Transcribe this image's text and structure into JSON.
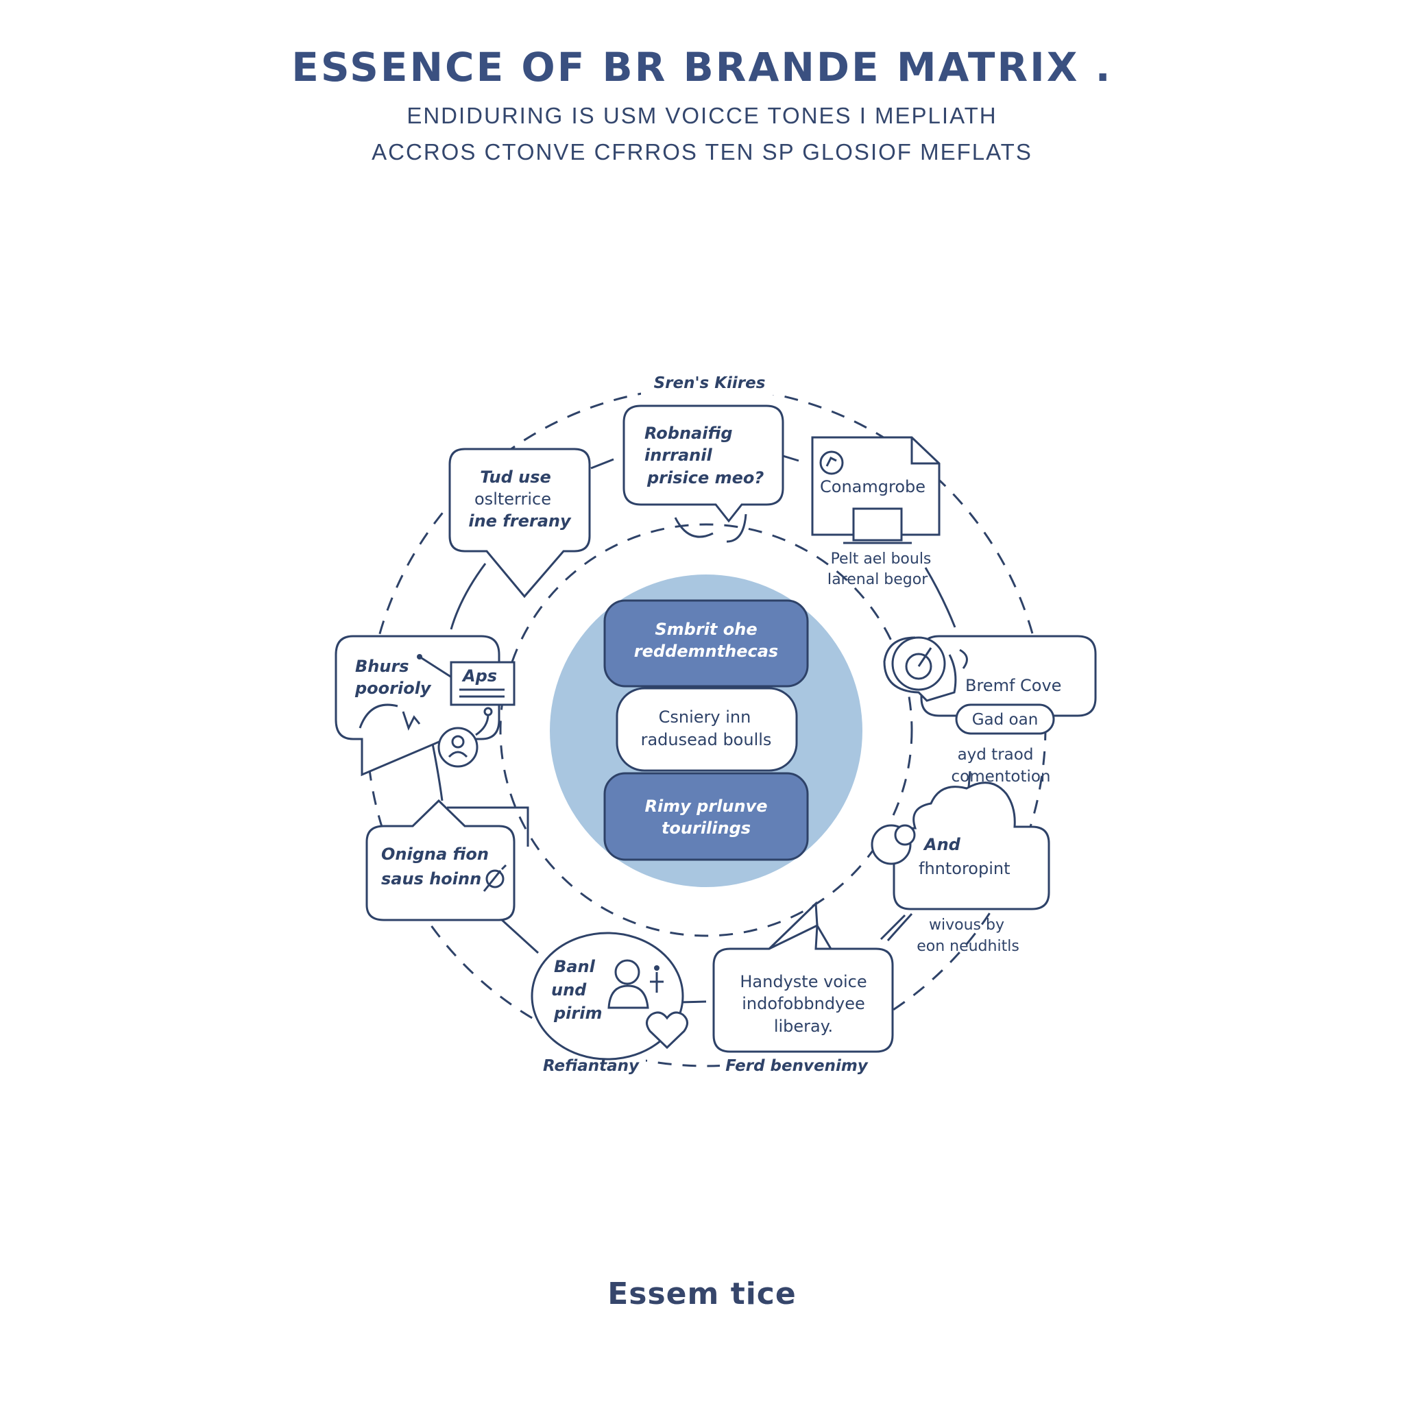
{
  "header": {
    "title": "ESSENCE OF BR BRANDE MATRIX .",
    "subtitle_line1": "ENDIDURING IS USM VOICCE TONES I MEPLIATH",
    "subtitle_line2": "ACCROS CTONVE CFRROS TEN SP GLOSIOF MEFLATS"
  },
  "center": {
    "top_box": [
      "Smbrit ohe",
      "reddemnthecas"
    ],
    "middle_box": [
      "Csniery inn",
      "radusead boulls"
    ],
    "bottom_box": [
      "Rimy prlunve",
      "tourilings"
    ]
  },
  "ring_labels": {
    "top": "Sren's Kiires",
    "bottom_left": "Refiantany",
    "bottom_right": "Ferd benvenimy"
  },
  "nodes": {
    "top_left_bubble": [
      "Tud use",
      "oslterrice",
      "ine frerany"
    ],
    "top_bubble": [
      "Robnaifig",
      "inrranil",
      "prisice meo?"
    ],
    "top_right_card": {
      "label": "Conamgrobe",
      "caption": [
        "Pelt ael bouls",
        "Iarenal begor"
      ]
    },
    "left_bubble": {
      "lines": [
        "Bhurs",
        "poorioly"
      ],
      "tag": "Aps"
    },
    "right_bubble": {
      "label": "Bremf Cove",
      "pill": "Gad oan",
      "caption": [
        "ayd traod",
        "comentotion"
      ]
    },
    "bottom_left_box": [
      "Onigna fion",
      "saus hoinn"
    ],
    "right_cloud": {
      "lines": [
        "And",
        "fhntoropint"
      ],
      "caption": [
        "wivous by",
        "eon neudhitls"
      ]
    },
    "bottom_circle": [
      "Banl",
      "und",
      "pirim"
    ],
    "bottom_right_bubble": [
      "Handyste voice",
      "indofobbndyee",
      "liberay."
    ]
  },
  "footer": {
    "label": "Essem tice"
  },
  "colors": {
    "ink": "#2e4268",
    "center_disc": "#a9c6e0",
    "accent_box": "#6380b6",
    "background": "#ffffff"
  },
  "icons": [
    "compass-icon",
    "laptop-icon",
    "lightbulb-icon",
    "person-icon",
    "heart-icon",
    "cursor-icon",
    "pencil-icon"
  ]
}
